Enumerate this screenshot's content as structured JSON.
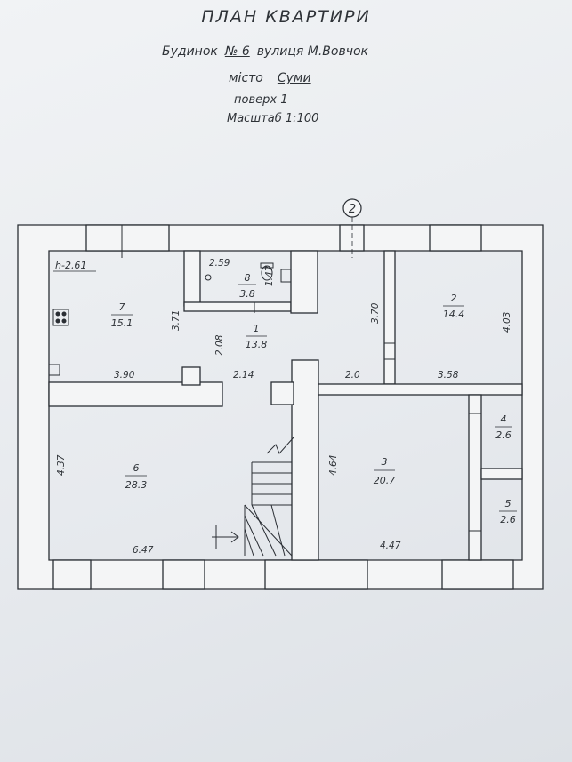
{
  "header": {
    "title": "ПЛАН КВАРТИРИ",
    "house_label": "Будинок",
    "house_number": "№ 6",
    "street_label": "вулиця",
    "street_name": "М.Вовчок",
    "city_label": "місто",
    "city_name": "Суми",
    "floor": "поверх 1",
    "scale": "Масштаб 1:100"
  },
  "plan": {
    "axis_marker": "2",
    "height_note": "h-2,61",
    "rooms": [
      {
        "number": "1",
        "area": "13.8"
      },
      {
        "number": "2",
        "area": "14.4"
      },
      {
        "number": "3",
        "area": "20.7"
      },
      {
        "number": "4",
        "area": "2.6"
      },
      {
        "number": "5",
        "area": "2.6"
      },
      {
        "number": "6",
        "area": "28.3"
      },
      {
        "number": "7",
        "area": "15.1"
      },
      {
        "number": "8",
        "area": "3.8"
      }
    ],
    "dimensions": [
      "2.59",
      "1.47",
      "3.71",
      "3.70",
      "4.03",
      "2.08",
      "3.90",
      "2.14",
      "2.0",
      "3.58",
      "4.37",
      "4.64",
      "6.47",
      "4.47"
    ]
  },
  "colors": {
    "wall": "#f4f5f6",
    "line": "#2a2e34",
    "paper": "#e9ecef"
  }
}
